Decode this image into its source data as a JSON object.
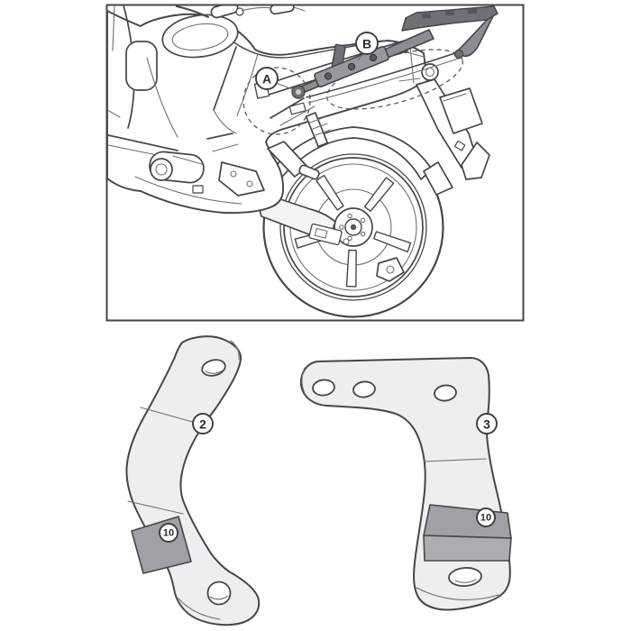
{
  "colors": {
    "background": "#ffffff",
    "outline": "#45464b",
    "line_light": "#6e7074",
    "panel_fill": "#f3f4f6",
    "bracket_fill": "#eceef0",
    "pad_fill_top": "#9fa1a6",
    "pad_fill_front": "#abadb1",
    "rack_fill": "#8b8d92",
    "rack_dark": "#6f7176",
    "callout_stroke": "#3c3d42",
    "callout_text": "#2b2c31"
  },
  "diagram": {
    "frame_callouts": {
      "a": "A",
      "b": "B"
    },
    "brackets": {
      "left": {
        "number": "2",
        "pad": "10"
      },
      "right": {
        "number": "3",
        "pad": "10"
      }
    }
  }
}
